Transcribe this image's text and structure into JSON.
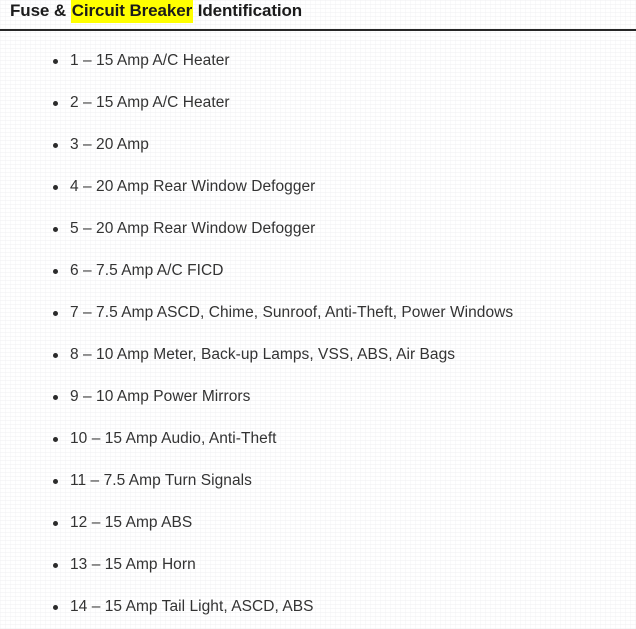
{
  "heading": {
    "before_highlight": "Fuse & ",
    "highlight": "Circuit Breaker",
    "after_highlight": " Identification",
    "highlight_color": "#ffff00",
    "text_color": "#1b1b1b"
  },
  "divider": {
    "color": "#262626"
  },
  "list": {
    "bullet_color": "#2b2b2b",
    "text_color": "#333333",
    "items": [
      {
        "label": "1 – 15 Amp A/C Heater"
      },
      {
        "label": "2 – 15 Amp A/C Heater"
      },
      {
        "label": "3 – 20 Amp"
      },
      {
        "label": "4 – 20 Amp Rear Window Defogger"
      },
      {
        "label": "5 – 20 Amp Rear Window Defogger"
      },
      {
        "label": "6 – 7.5 Amp A/C FICD"
      },
      {
        "label": "7 – 7.5 Amp ASCD, Chime, Sunroof, Anti-Theft, Power Windows"
      },
      {
        "label": "8 – 10 Amp Meter, Back-up Lamps, VSS, ABS, Air Bags"
      },
      {
        "label": "9 – 10 Amp Power Mirrors"
      },
      {
        "label": "10 – 15 Amp Audio, Anti-Theft"
      },
      {
        "label": "11 – 7.5 Amp Turn Signals"
      },
      {
        "label": "12 – 15 Amp ABS"
      },
      {
        "label": "13 – 15 Amp Horn"
      },
      {
        "label": "14 – 15 Amp Tail Light, ASCD, ABS"
      }
    ]
  }
}
